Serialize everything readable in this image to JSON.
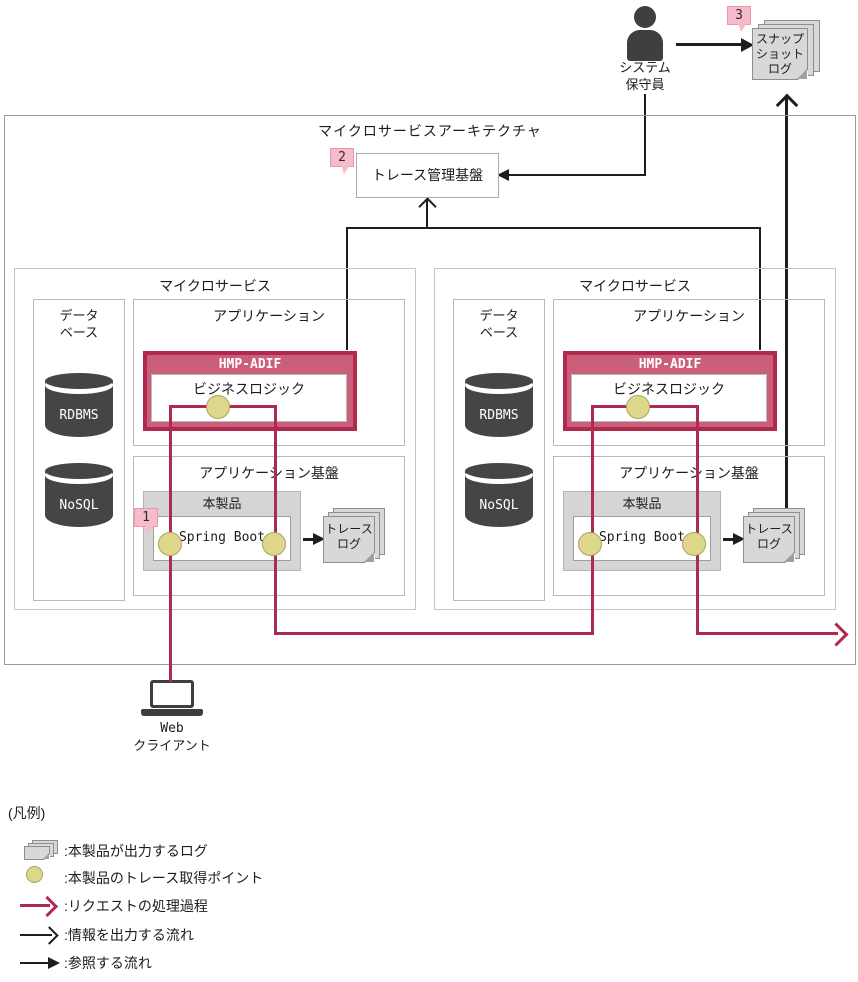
{
  "diagram": {
    "architecture_title": "マイクロサービスアーキテクチャ",
    "trace_platform_label": "トレース管理基盤",
    "maintainer_lines": [
      "システム",
      "保守員"
    ],
    "web_client_lines": [
      "Web",
      "クライアント"
    ],
    "snapshot_log_lines": [
      "スナップ",
      "ショット",
      "ログ"
    ],
    "trace_log_lines": [
      "トレース",
      "ログ"
    ],
    "badges": {
      "b1": "1",
      "b2": "2",
      "b3": "3"
    }
  },
  "microservice": {
    "title": "マイクロサービス",
    "database_lines": [
      "データ",
      "ベース"
    ],
    "rdbms_label": "RDBMS",
    "nosql_label": "NoSQL",
    "application_label": "アプリケーション",
    "hmp_adif_label": "HMP-ADIF",
    "business_logic_label": "ビジネスロジック",
    "app_platform_label": "アプリケーション基盤",
    "product_label": "本製品",
    "spring_boot_label": "Spring Boot"
  },
  "legend": {
    "title": "(凡例)",
    "items": [
      {
        "icon": "log-stack-icon",
        "label": ":本製品が出力するログ"
      },
      {
        "icon": "trace-point-icon",
        "label": ":本製品のトレース取得ポイント"
      },
      {
        "icon": "request-arrow-icon",
        "label": ":リクエストの処理過程"
      },
      {
        "icon": "output-arrow-icon",
        "label": ":情報を出力する流れ"
      },
      {
        "icon": "reference-arrow-icon",
        "label": ":参照する流れ"
      }
    ]
  },
  "colors": {
    "accent_red": "#b02a50",
    "accent_red_fill": "#ca5f79",
    "badge_pink": "#f6bcc9",
    "trace_point_yellow": "#ddd78b",
    "log_gray": "#d8d8d8",
    "dark_icon": "#3f3f3f"
  }
}
